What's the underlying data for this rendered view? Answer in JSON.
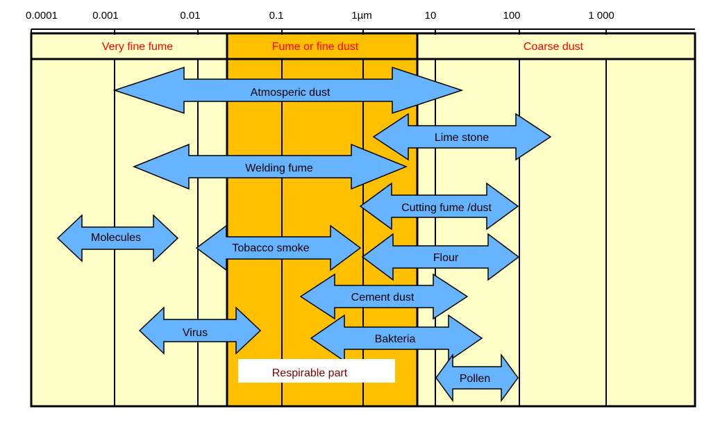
{
  "axis_ticks": [
    "0.0001",
    "0.001",
    "0.01",
    "0.1",
    "1µm",
    "10",
    "100",
    "1 000"
  ],
  "bands": [
    {
      "label": "Very  fine  fume"
    },
    {
      "label": "Fume or fine dust"
    },
    {
      "label": "Coarse   dust"
    }
  ],
  "particles": [
    {
      "label": "Atmosperic dust"
    },
    {
      "label": "Lime stone"
    },
    {
      "label": "Welding fume"
    },
    {
      "label": "Cutting fume /dust"
    },
    {
      "label": "Molecules"
    },
    {
      "label": "Tobacco smoke"
    },
    {
      "label": "Flour"
    },
    {
      "label": "Cement dust"
    },
    {
      "label": "Virus"
    },
    {
      "label": "Bakteria"
    },
    {
      "label": "Pollen"
    }
  ],
  "respirable_label": "Respirable part",
  "colors": {
    "background": "#FEFFC6",
    "fine_dust_band": "#FFC000",
    "arrow_fill": "#66B3FF",
    "band_text": "#FF0000",
    "respirable_text": "#7A0000",
    "respirable_box": "#FFFFFF"
  }
}
